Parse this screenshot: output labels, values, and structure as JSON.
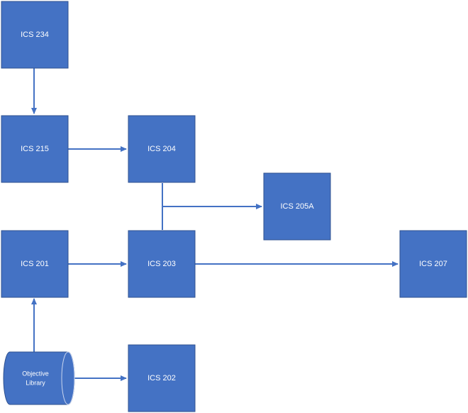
{
  "diagram": {
    "accent_color": "#4472c4",
    "nodes": {
      "ics234": "ICS 234",
      "ics215": "ICS 215",
      "ics204": "ICS 204",
      "ics205a": "ICS 205A",
      "ics201": "ICS 201",
      "ics203": "ICS 203",
      "ics207": "ICS 207",
      "ics202": "ICS 202",
      "objective_library_line1": "Objective",
      "objective_library_line2": "Library"
    },
    "edges": [
      {
        "from": "ICS 234",
        "to": "ICS 215"
      },
      {
        "from": "ICS 215",
        "to": "ICS 204"
      },
      {
        "from": "ICS 203",
        "to": "ICS 205A"
      },
      {
        "from": "ICS 201",
        "to": "ICS 203"
      },
      {
        "from": "ICS 203",
        "to": "ICS 207"
      },
      {
        "from": "Objective Library",
        "to": "ICS 201"
      },
      {
        "from": "Objective Library",
        "to": "ICS 202"
      }
    ]
  }
}
